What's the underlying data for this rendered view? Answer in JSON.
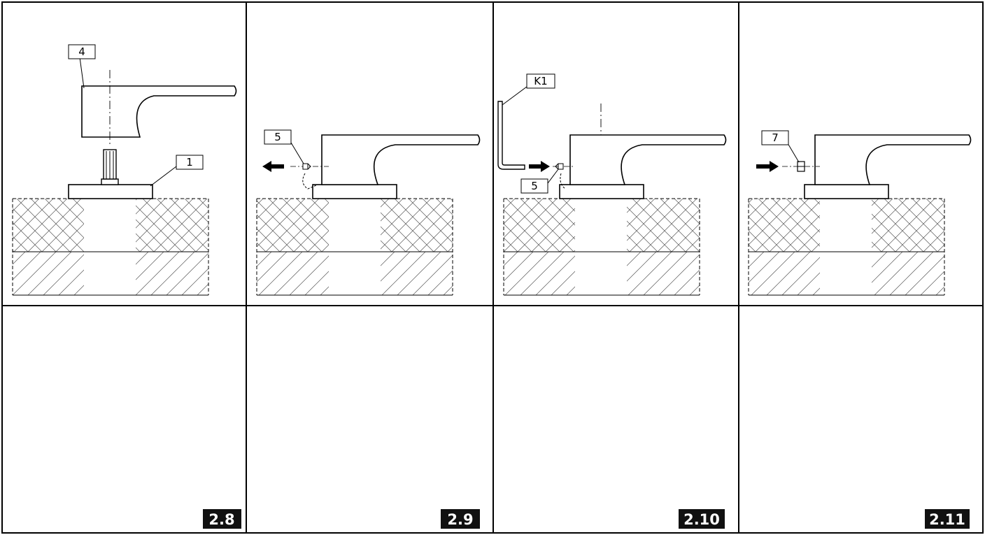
{
  "panels": [
    {
      "id": "2.8",
      "figure_label": "2.8",
      "handle_state": "lifted",
      "callouts": [
        {
          "text": "4",
          "target": "handle"
        },
        {
          "text": "1",
          "target": "cartridge-rosette"
        }
      ]
    },
    {
      "id": "2.9",
      "figure_label": "2.9",
      "handle_state": "mounted",
      "callouts": [
        {
          "text": "5",
          "target": "set-screw"
        }
      ],
      "arrow": "left",
      "rotation": "ccw"
    },
    {
      "id": "2.10",
      "figure_label": "2.10",
      "handle_state": "mounted",
      "callouts": [
        {
          "text": "K1",
          "target": "hex-key"
        },
        {
          "text": "5",
          "target": "set-screw"
        }
      ],
      "arrow": "right",
      "rotation": "cw",
      "tool": "hex-key"
    },
    {
      "id": "2.11",
      "figure_label": "2.11",
      "handle_state": "mounted",
      "callouts": [
        {
          "text": "7",
          "target": "cap"
        }
      ],
      "arrow": "right"
    }
  ],
  "colors": {
    "line": "#000000",
    "badge_bg": "#111111",
    "badge_text": "#ffffff"
  }
}
